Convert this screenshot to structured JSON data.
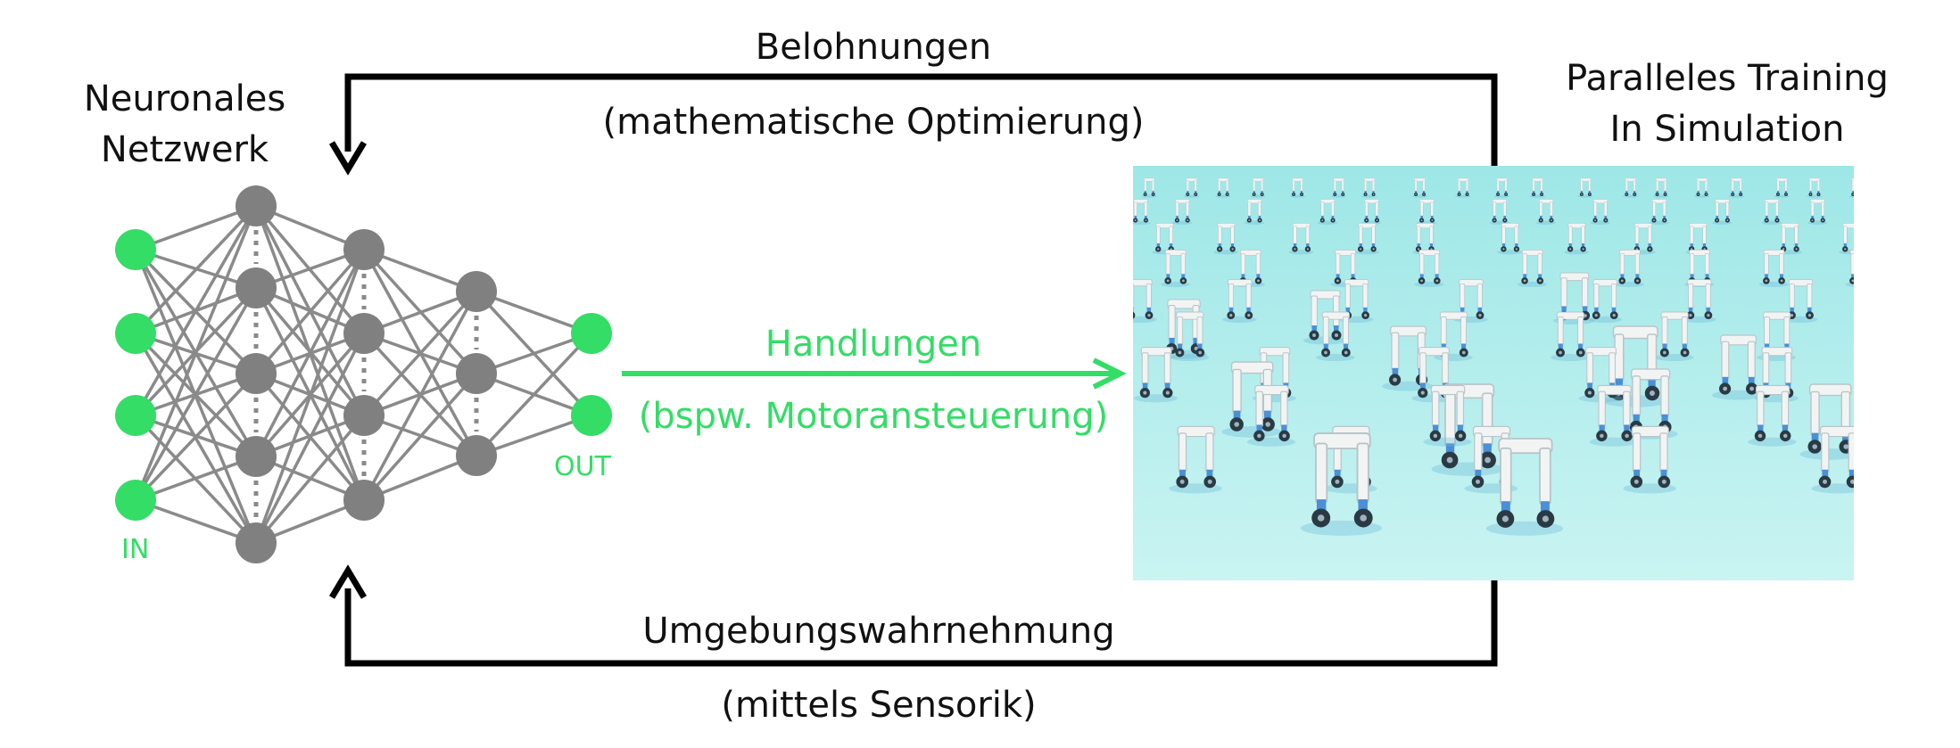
{
  "colors": {
    "node_io": "#33dd66",
    "node_hidden": "#808080",
    "edge": "#8a8a8a",
    "feedback_arrow": "#000000",
    "action_arrow": "#33dd66",
    "text_black": "#111111",
    "text_green": "#33dd66",
    "sim_floor_top": "#9ee7e7",
    "sim_floor_bottom": "#c9f4f2",
    "robot_body": "#f2f4f4",
    "robot_wheel": "#2a3a44",
    "robot_accent": "#4a8fd8"
  },
  "labels": {
    "network_title_line1": "Neuronales",
    "network_title_line2": "Netzwerk",
    "input_label": "IN",
    "output_label": "OUT",
    "rewards": "Belohnungen",
    "rewards_detail": "(mathematische Optimierung)",
    "actions": "Handlungen",
    "actions_detail": "(bspw. Motoransteuerung)",
    "perception": "Umgebungswahrnehmung",
    "perception_detail": "(mittels Sensorik)",
    "sim_title_line1": "Paralleles Training",
    "sim_title_line2": "In Simulation"
  },
  "network": {
    "layers": [
      {
        "role": "input",
        "nodes": 4
      },
      {
        "role": "hidden",
        "nodes": 5
      },
      {
        "role": "hidden",
        "nodes": 4
      },
      {
        "role": "hidden",
        "nodes": 3
      },
      {
        "role": "output",
        "nodes": 2
      }
    ]
  },
  "simulation": {
    "subject": "two-wheeled legged robots",
    "image_type": "simulation rendering"
  }
}
